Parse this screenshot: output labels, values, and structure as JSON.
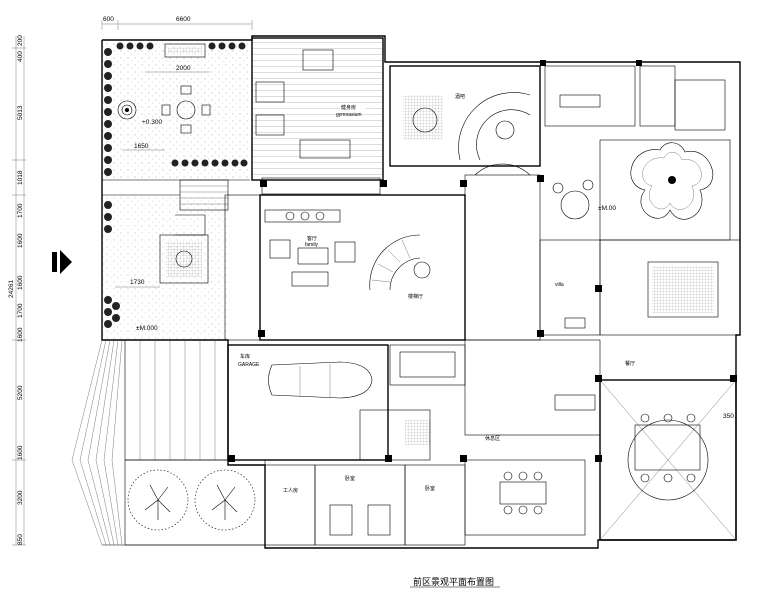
{
  "title": "前区景观平面布置图",
  "dims_top": [
    "600",
    "6600"
  ],
  "dims_left": [
    "400",
    "200",
    "5013",
    "1018",
    "1700",
    "1600",
    "1600",
    "1700",
    "1600",
    "5200",
    "1600",
    "3200",
    "850"
  ],
  "dim_total": "24261",
  "dim_2000": "2000",
  "dim_1650": "1650",
  "dim_1730": "1730",
  "dim_350": "350",
  "levels": {
    "terrace": "+0.300",
    "main": "±M.000",
    "right": "±M.00"
  },
  "rooms": {
    "gym": "健身房",
    "gym_en": "gymnasium",
    "living_cn": "客厅",
    "living_en": "family",
    "stair": "楼梯厅",
    "garage_cn": "车库",
    "garage_en": "GARAGE",
    "bar": "酒吧",
    "bedroom1": "卧室",
    "bedroom2": "卧室",
    "lounge": "休息区",
    "maid": "工人房",
    "dining": "餐厅",
    "pool_en": "villa"
  }
}
